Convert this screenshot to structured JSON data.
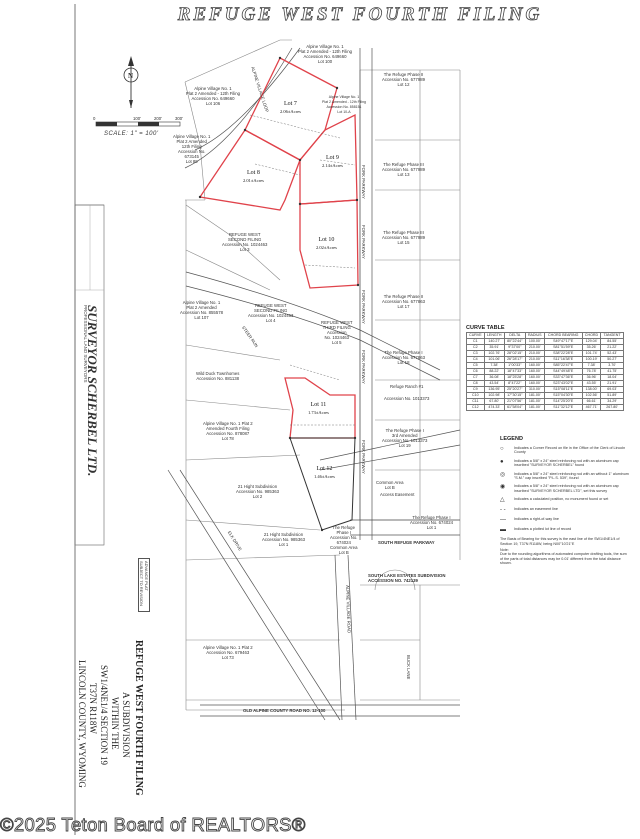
{
  "title": "REFUGE WEST FOURTH FILING",
  "scale": "SCALE: 1\" = 100'",
  "scale_ticks": [
    "0",
    "100'",
    "200'",
    "300'"
  ],
  "lots": [
    {
      "name": "Lot 7",
      "area": "2.06±Acres"
    },
    {
      "name": "Lot 8",
      "area": "2.01±Acres"
    },
    {
      "name": "Lot 9",
      "area": "2.14±Acres"
    },
    {
      "name": "Lot 10",
      "area": "2.02±Acres"
    },
    {
      "name": "Lot 11",
      "area": "1.73±Acres"
    },
    {
      "name": "Lot 12",
      "area": "1.46±Acres"
    }
  ],
  "labels": {
    "alpine_village_lot100": "Alpine Village No. 1\nPlat 2 Amended - 12th Filing\nAccession No. 649660\nLot 100",
    "alpine_village_lot106": "Alpine Village No. 1\nPlat 2 Amended - 12th Filing\nAccession No. 649660\nLot 106",
    "alpine_village_lot89": "Alpine Village No. 1\nPlat 2 Amended\n12th Filing\nAccession No.\n673145\nLot 89",
    "alpine_village_lot10a": "Alpine Village No. 1\nPlat 2 Amended - 12th Filing\nAccession No. 858151\nLot 10-A",
    "refuge_phase_ii_lot12": "The Refuge Phase II\nAccession No. 677989\nLot 12",
    "refuge_phase_iii_lot13": "The Refuge Phase III\nAccession No. 677989\nLot 13",
    "refuge_phase_iii_lot15": "The Refuge Phase III\nAccession No. 677989\nLot 15",
    "refuge_phase_ii_lot17": "The Refuge Phase II\nAccession No. 677863\nLot 17",
    "refuge_phase_i_lot18": "The Refuge Phase I\nAccession No. 677863\nLot 18",
    "refuge_phase_i_lot19": "The Refuge Phase I\n3rd Amended\nAccession No. 1013373\nLot 19",
    "refuge_phase_i_lot1": "The Refuge Phase I\nAccession No. 674024\nLot 1",
    "refuge_west_lot3": "REFUGE WEST\nSECOND FILING\nAccession No. 1024463\nLot 3",
    "refuge_west_lot4": "REFUGE WEST\nSECOND FILING\nAccession No. 1024463\nLot 4",
    "refuge_west_lot5": "REFUGE WEST\nTHIRD FILING\nAccession\nNo. 1024463\nLot 5",
    "alpine_village_lot107": "Alpine Village No. 1\nPlat 2 Amended\nAccession No. 855578\nLot 107",
    "wild_duck": "Wild Duck Townhomes\nAccession No. 881138",
    "alpine_village_lot78": "Alpine Village No. 1 Plat 2\nAmended Fourth Filing\nAccession No. 878087\nLot 78",
    "hight_lot2": "21 Hight Subdivision\nAccession No. 985363\nLot 2",
    "hight_lot1": "21 Hight Subdivision\nAccession No. 985363\nLot 1",
    "alpine_village_bottom": "Alpine Village No. 1 Plat 2\nAccession No. 679463\nLot 73",
    "refuge_phase_i_common": "The Refuge\nPhase I\nAccession No.\n674024\nCommon Area\nLot B",
    "common_area": "Common Area\nLot B",
    "refuge_rd": "Refuge Ranch #1",
    "refuge_no": "Accession No. 1013373",
    "access_easement": "Access Easement"
  },
  "roads": {
    "alpine_village_loop": "ALPINE VILLAGE LOOP",
    "fork_parkway": "FORK PARKWAY",
    "elk_drive": "ELK DRIVE",
    "south_refuge": "SOUTH REFUGE PARKWAY",
    "old_alpine": "OLD ALPINE COUNTY ROAD NO. 12-100",
    "alpine_village_road": "ALPINE VILLAGE ROAD",
    "buck_lane": "BUCK LANE",
    "steer_run": "STEER RUN"
  },
  "south_lake": "SOUTH LAKE ESTATES SUBDIVISION\nACCESSION NO. 742139",
  "curve_table": {
    "title": "CURVE TABLE",
    "headers": [
      "CURVE",
      "LENGTH",
      "DELTA",
      "RADIUS",
      "CHORD BEARING",
      "CHORD",
      "TANGENT"
    ],
    "rows": [
      [
        "C1",
        "140.27'",
        "80°22'44\"",
        "100.00'",
        "S49°47'17\"E",
        "129.04'",
        "84.55'"
      ],
      [
        "C2",
        "35.91'",
        "9°37'00\"",
        "210.00'",
        "S81°51'59\"E",
        "35.26'",
        "21.22'"
      ],
      [
        "C3",
        "102.76'",
        "28°02'15\"",
        "210.00'",
        "S38°22'28\"E",
        "101.74'",
        "52.43'"
      ],
      [
        "C4",
        "101.06'",
        "26°28'17\"",
        "210.00'",
        "S11°16'38\"E",
        "100.19'",
        "50.27'"
      ],
      [
        "C5",
        "7.38'",
        "1°00'33\"",
        "160.00'",
        "S85°22'47\"E",
        "7.38'",
        "3.70'"
      ],
      [
        "C6",
        "88.22'",
        "18°47'33\"",
        "160.00'",
        "S44°49'48\"E",
        "76.78'",
        "41.75'"
      ],
      [
        "C7",
        "36.08'",
        "18°25'28\"",
        "160.00'",
        "S33°47'36\"E",
        "36.96'",
        "18.04'"
      ],
      [
        "C8",
        "43.54'",
        "8°47'22\"",
        "160.00'",
        "S23°43'02\"E",
        "43.55'",
        "21.91'"
      ],
      [
        "C9",
        "136.95'",
        "25°20'27\"",
        "310.00'",
        "S15°08'11\"E",
        "138.00'",
        "69.03'"
      ],
      [
        "C10",
        "102.98'",
        "17°30'15\"",
        "181.00'",
        "S15°04'30\"E",
        "102.56'",
        "51.89'"
      ],
      [
        "C11",
        "67.80'",
        "21°07'56\"",
        "181.00'",
        "S14°25'20\"E",
        "66.61'",
        "34.29'"
      ],
      [
        "C12",
        "474.33'",
        "61°58'04\"",
        "181.00'",
        "S11°32'12\"E",
        "467.71'",
        "267.80'"
      ]
    ]
  },
  "legend": {
    "title": "LEGEND",
    "items": [
      {
        "symbol": "○",
        "text": "Indicates a Corner Record on file in the Office of the Clerk of Lincoln County"
      },
      {
        "symbol": "●",
        "text": "Indicates a 5/8\" x 24\" steel reinforcing rod with an aluminum cap inscribed \"SURVEYOR SCHERBEL\" found"
      },
      {
        "symbol": "◎",
        "text": "Indicates a 5/8\" x 24\" steel reinforcing rod with an without 1\" aluminum \"S.M.\" cap inscribed \"P.L.S. 539\", found"
      },
      {
        "symbol": "◉",
        "text": "Indicates a 5/8\" x 24\" steel reinforcing rod with an aluminum cap inscribed \"SURVEYOR SCHERBEL LTD\", set this survey"
      },
      {
        "symbol": "△",
        "text": "Indicates a calculated position, no monument found or set"
      },
      {
        "symbol": "- -",
        "text": "Indicates an easement line"
      },
      {
        "symbol": "—",
        "text": "Indicates a right-of-way line"
      },
      {
        "symbol": "▬",
        "text": "Indicates a plotted lot line of record"
      }
    ],
    "basis": "The Basis of Bearing for this survey is the east line of the SW1/4NE1/4 of Section 19, T37N R118W, being N00°10'21\"E",
    "note": "Note:\nDue to the rounding algorithms of automated computer drafting tools, the sum of the parts of total distances may be 0.01' different from the total distance shown."
  },
  "surveyor": "SURVEYOR SCHERBEL LTD.",
  "surveyor_addr": "PROFESSIONAL LAND SURVEYORS",
  "advance_plat": "ADVANCE PLAT\nSUBJECT TO REVISION",
  "side_title": "REFUGE WEST FOURTH FILING",
  "side_sub1": "A SUBDIVISION",
  "side_sub2": "WITHIN THE",
  "side_sub3": "SW1/4NE1/4   SECTION 19",
  "side_sub4": "T37N   R118W",
  "side_sub5": "LINCOLN COUNTY, WYOMING",
  "watermark": "©2025 Teton Board of REALTORS®",
  "colors": {
    "lot_line": "#e0434b",
    "line": "#444444"
  }
}
